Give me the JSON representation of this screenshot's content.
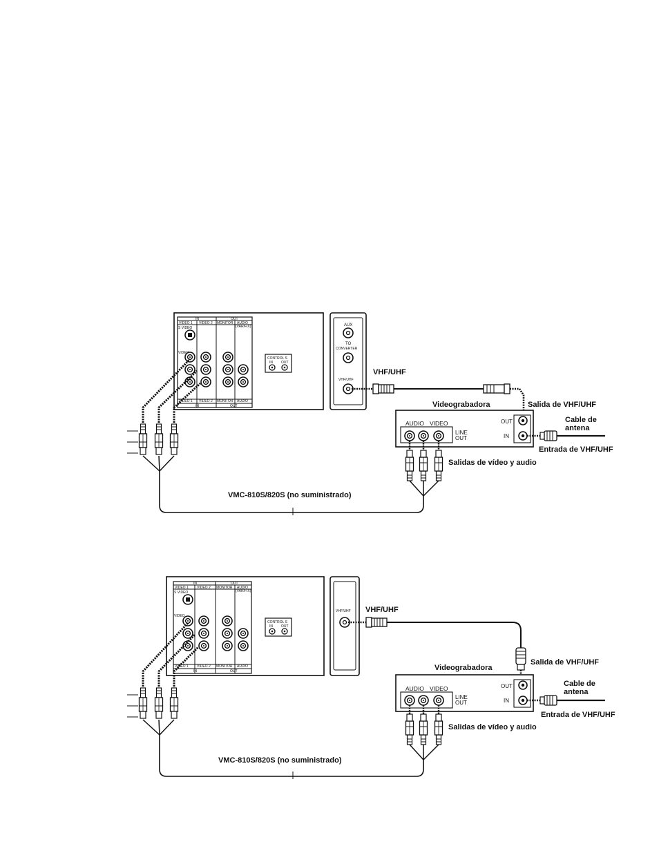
{
  "diagrams": [
    {
      "tv_panel": {
        "header_in": "IN",
        "header_out": "OUT",
        "col_video1": "VIDEO 1",
        "col_video2": "VIDEO 2",
        "col_monitor": "MONITOR",
        "col_audio": "AUDIO",
        "col_audio_var": "(VAR/FIX)",
        "svideo": "S VIDEO",
        "video_label": "VIDEO",
        "control_s": "CONTROL S",
        "cs_in": "IN",
        "cs_out": "OUT",
        "footer_video1": "VIDEO 1",
        "footer_video2": "VIDEO 2",
        "footer_monitor": "MONITOR",
        "footer_audio": "AUDIO",
        "footer_in": "IN",
        "footer_out": "OUT"
      },
      "side_panel": {
        "aux": "AUX",
        "to": "TO",
        "converter": "CONVERTER",
        "vhf_uhf_small": "VHF/UHF"
      },
      "labels": {
        "vhf_uhf": "VHF/UHF",
        "videograbadora": "Videograbadora",
        "salida": "Salida de VHF/UHF",
        "cable_line1": "Cable de",
        "cable_line2": "antena",
        "entrada": "Entrada de VHF/UHF",
        "salidas_av": "Salidas de vídeo y audio",
        "vmc": "VMC-810S/820S (no suministrado)"
      },
      "vcr": {
        "audio": "AUDIO",
        "video": "VIDEO",
        "line": "LINE",
        "out_line": "OUT",
        "out": "OUT",
        "in": "IN"
      }
    },
    {
      "tv_panel": {
        "header_in": "IN",
        "header_out": "OUT",
        "col_video1": "VIDEO 1",
        "col_video2": "VIDEO 2",
        "col_monitor": "MONITOR",
        "col_audio": "AUDIO",
        "col_audio_var": "(VAR/FIX)",
        "svideo": "S VIDEO",
        "video_label": "VIDEO",
        "control_s": "CONTROL S",
        "cs_in": "IN",
        "cs_out": "OUT",
        "footer_video1": "VIDEO 1",
        "footer_video2": "VIDEO 2",
        "footer_monitor": "MONITOR",
        "footer_audio": "AUDIO",
        "footer_in": "IN",
        "footer_out": "OUT"
      },
      "side_panel": {
        "vhf_uhf_small": "VHF/UHF"
      },
      "labels": {
        "vhf_uhf": "VHF/UHF",
        "videograbadora": "Videograbadora",
        "salida": "Salida de VHF/UHF",
        "cable_line1": "Cable de",
        "cable_line2": "antena",
        "entrada": "Entrada de VHF/UHF",
        "salidas_av": "Salidas de vídeo y audio",
        "vmc": "VMC-810S/820S (no suministrado)"
      },
      "vcr": {
        "audio": "AUDIO",
        "video": "VIDEO",
        "line": "LINE",
        "out_line": "OUT",
        "out": "OUT",
        "in": "IN"
      }
    }
  ]
}
